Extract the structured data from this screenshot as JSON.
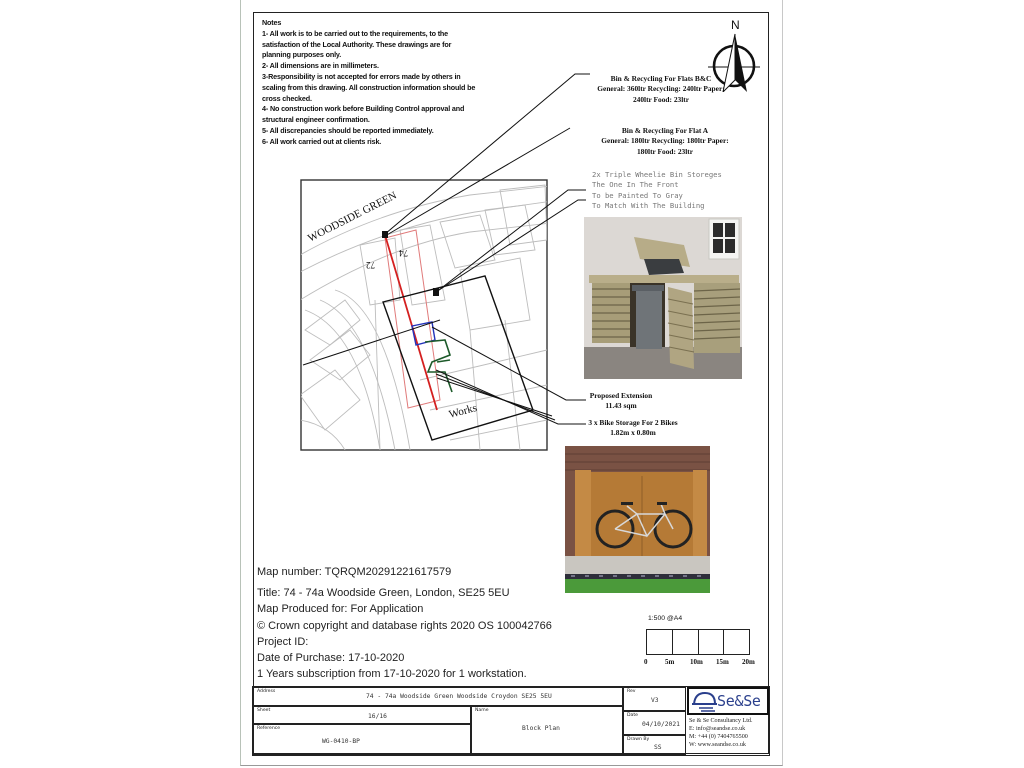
{
  "notes": {
    "heading": "Notes",
    "lines": [
      "1- All work is to be carried out to the requirements, to the",
      "satisfaction of the Local Authority. These drawings are for",
      "planning purposes only.",
      "2- All dimensions are in millimeters.",
      "3-Responsibility is not accepted for errors made by others in",
      "scaling from this drawing.  All construction information should be",
      "cross checked.",
      "4- No construction work before Building Control approval and",
      "structural engineer confirmation.",
      "5- All discrepancies should be reported immediately.",
      "6- All work carried out at clients risk."
    ]
  },
  "north_arrow": {
    "label": "N",
    "icon": "north-arrow-icon"
  },
  "map": {
    "street_label": "WOODSIDE GREEN",
    "plot_labels": [
      "72",
      "74"
    ],
    "works_label": "Works",
    "colors": {
      "boundary_red": "#d42020",
      "pink": "#e07a7a",
      "blue": "#2233bb",
      "green": "#1d5a2a",
      "grid": "#bdbdbd"
    }
  },
  "callouts": {
    "bins_bc": {
      "title": "Bin & Recycling For Flats B&C",
      "line1": "General: 360ltr Recycling: 240ltr Paper:",
      "line2": "240ltr Food: 23ltr"
    },
    "bins_a": {
      "title": "Bin & Recycling For Flat A",
      "line1": "General: 180ltr Recycling: 180ltr Paper:",
      "line2": "180ltr Food: 23ltr"
    },
    "bin_storage": {
      "lines": [
        "2x Triple Wheelie Bin Storeges",
        "The One In The Front",
        "To be Painted To Gray",
        "To Match With The Building"
      ]
    },
    "extension": {
      "title": "Proposed Extension",
      "value": "11.43 sqm"
    },
    "bike_storage": {
      "title": "3 x  Bike Storage For 2 Bikes",
      "value": "1.82m x 0.80m"
    }
  },
  "photos": {
    "bin_store": "wooden-bin-store-photo",
    "bike_store": "wooden-bike-store-photo"
  },
  "map_info": {
    "map_number": "Map number: TQRQM20291221617579",
    "title": "Title: 74 - 74a Woodside Green, London, SE25 5EU",
    "produced_for": "Map Produced for: For Application",
    "copyright": "© Crown copyright and database rights 2020 OS 100042766",
    "project_id": "Project ID:",
    "date_of_purchase": "Date of Purchase: 17-10-2020",
    "subscription": "1 Years subscription from 17-10-2020 for 1 workstation."
  },
  "scale": {
    "label": "1:500 @A4",
    "ticks": [
      "0",
      "5m",
      "10m",
      "15m",
      "20m"
    ]
  },
  "title_block": {
    "address_label": "Address",
    "address": "74 - 74a Woodside Green Woodside Croydon SE25 5EU",
    "sheet_label": "Sheet",
    "sheet": "16/16",
    "reference_label": "Reference",
    "reference": "WG-0410-BP",
    "name_label": "Name",
    "name": "Block Plan",
    "rev_label": "Rev",
    "rev": "V3",
    "date_label": "Date",
    "date": "04/10/2021",
    "drawn_by_label": "Drawn By",
    "drawn_by": "SS"
  },
  "company": {
    "logo_text": "Se&Se",
    "name": "Se & Se Consultancy Ltd.",
    "email": "E: info@seandse.co.uk",
    "mobile": "M: +44 (0) 7404765500",
    "web": "W: www.seandse.co.uk",
    "brand_color": "#2a3f8c"
  }
}
